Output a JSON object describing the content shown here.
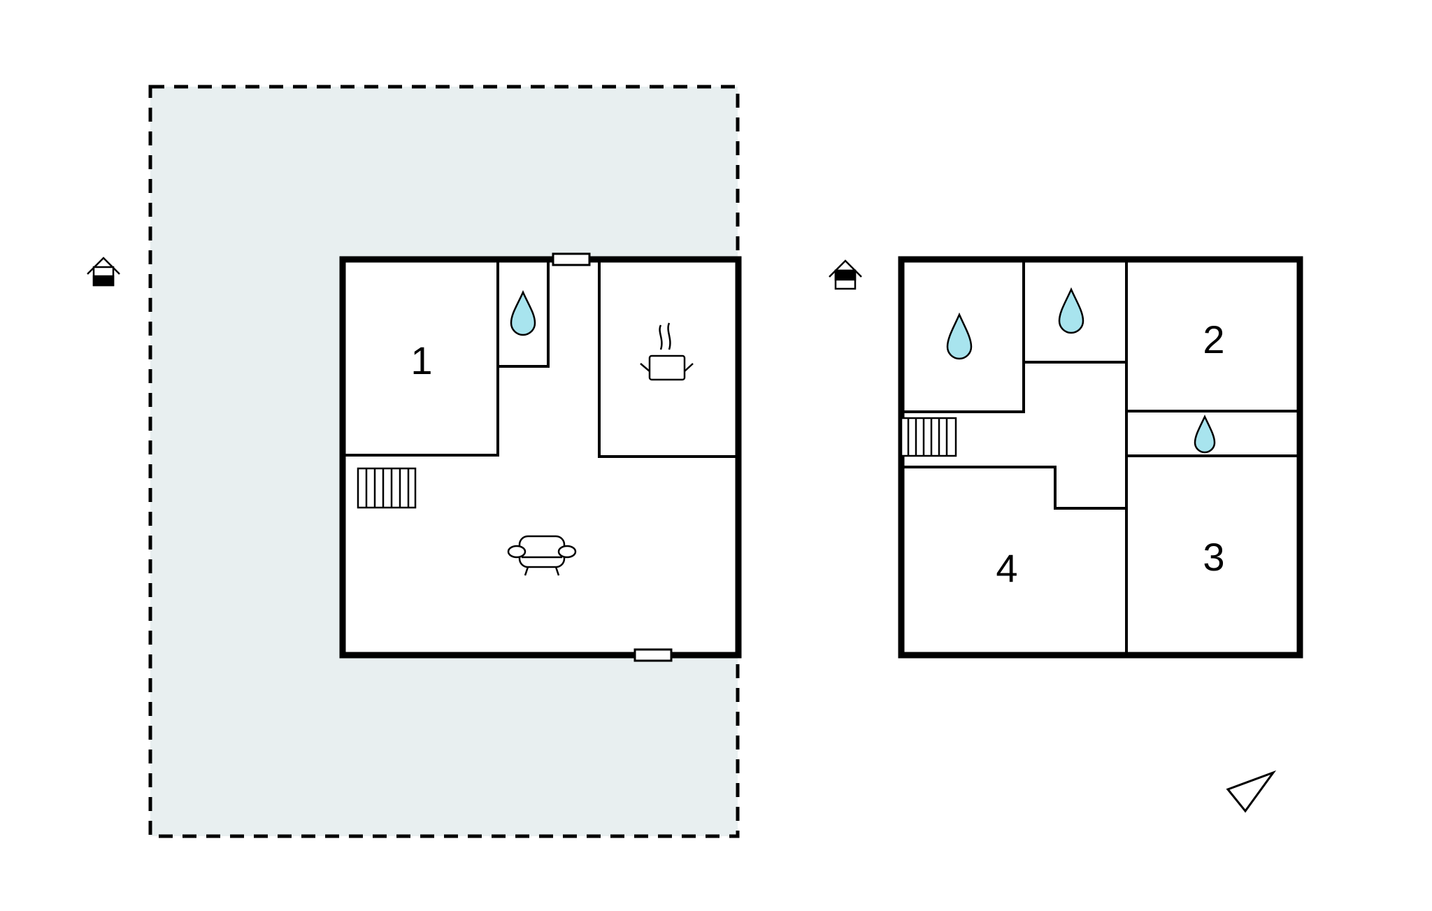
{
  "floors": {
    "ground": {
      "rooms": [
        {
          "id": "bedroom-1",
          "label": "1"
        }
      ],
      "icons": [
        "water-drop-icon",
        "cooking-pot-icon",
        "sofa-icon",
        "staircase-icon",
        "door-icon",
        "door-icon",
        "entrance-house-icon"
      ],
      "terrace": "dashed-boundary"
    },
    "upper": {
      "rooms": [
        {
          "id": "bedroom-2",
          "label": "2"
        },
        {
          "id": "bedroom-3",
          "label": "3"
        },
        {
          "id": "bedroom-4",
          "label": "4"
        }
      ],
      "icons": [
        "water-drop-icon",
        "water-drop-icon",
        "water-drop-icon",
        "staircase-icon",
        "entrance-house-icon"
      ]
    }
  },
  "compass": {
    "icon": "north-arrow-icon"
  },
  "colors": {
    "terrace_fill": "#e8eff0",
    "wall": "#000000",
    "water": "#a8e4ee",
    "background": "#ffffff"
  }
}
